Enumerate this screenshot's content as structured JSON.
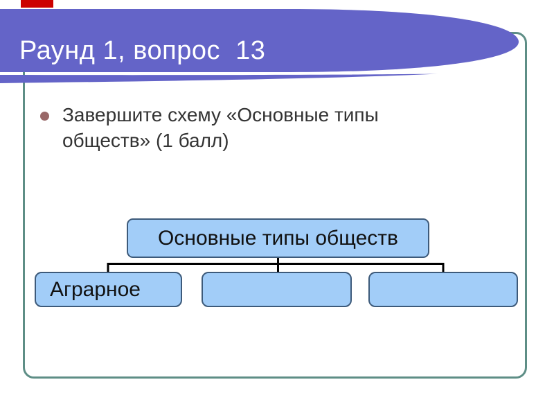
{
  "slide": {
    "title": "Раунд 1, вопрос  13",
    "bullet": {
      "text": "Завершите схему «Основные типы\nобществ» (1 балл)"
    },
    "diagram": {
      "root_label": "Основные типы обществ",
      "children": [
        "Аграрное",
        "",
        ""
      ]
    },
    "colors": {
      "banner_purple": "#6464c8",
      "frame_teal": "#5e8e86",
      "accent_red": "#cc0000",
      "box_fill": "#a2cdf8",
      "box_border": "#3d5a7a",
      "bullet_dot": "#996868",
      "body_text": "#333333",
      "connector": "#000000",
      "title_text": "#ffffff"
    }
  }
}
